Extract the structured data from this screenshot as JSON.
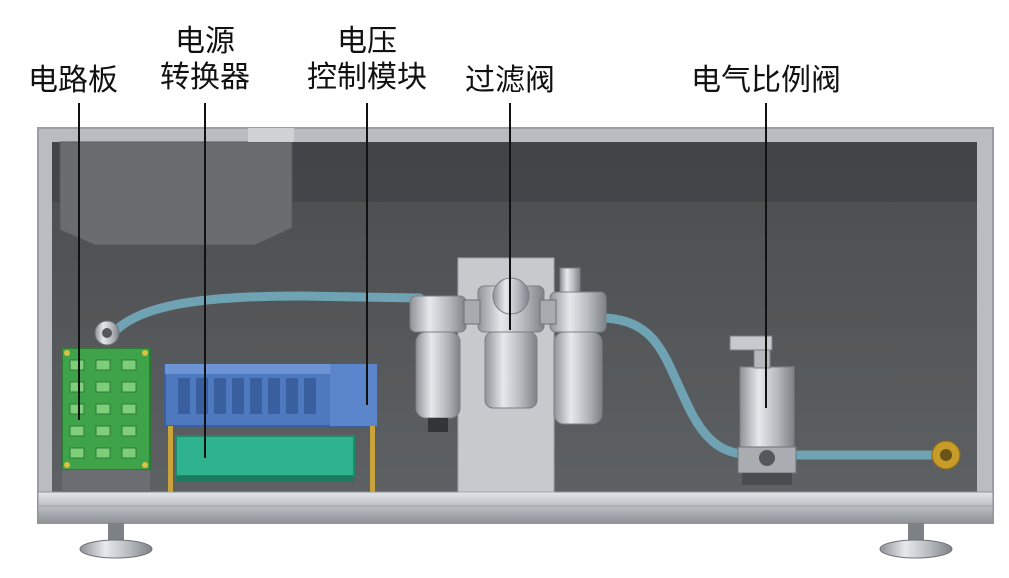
{
  "labels": {
    "circuit_board": "电路板",
    "power_converter_line1": "电源",
    "power_converter_line2": "转换器",
    "voltage_module_line1": "电压",
    "voltage_module_line2": "控制模块",
    "filter_valve": "过滤阀",
    "proportional_valve": "电气比例阀"
  },
  "colors": {
    "cabinet_frame": "#b9bcc0",
    "cabinet_inner": "#56585a",
    "hose": "#6fa3b3",
    "circuit_board": "#3fa34a",
    "power_converter": "#4f79bf",
    "voltage_board": "#2fb38e",
    "metal": "#c9cdd1"
  }
}
